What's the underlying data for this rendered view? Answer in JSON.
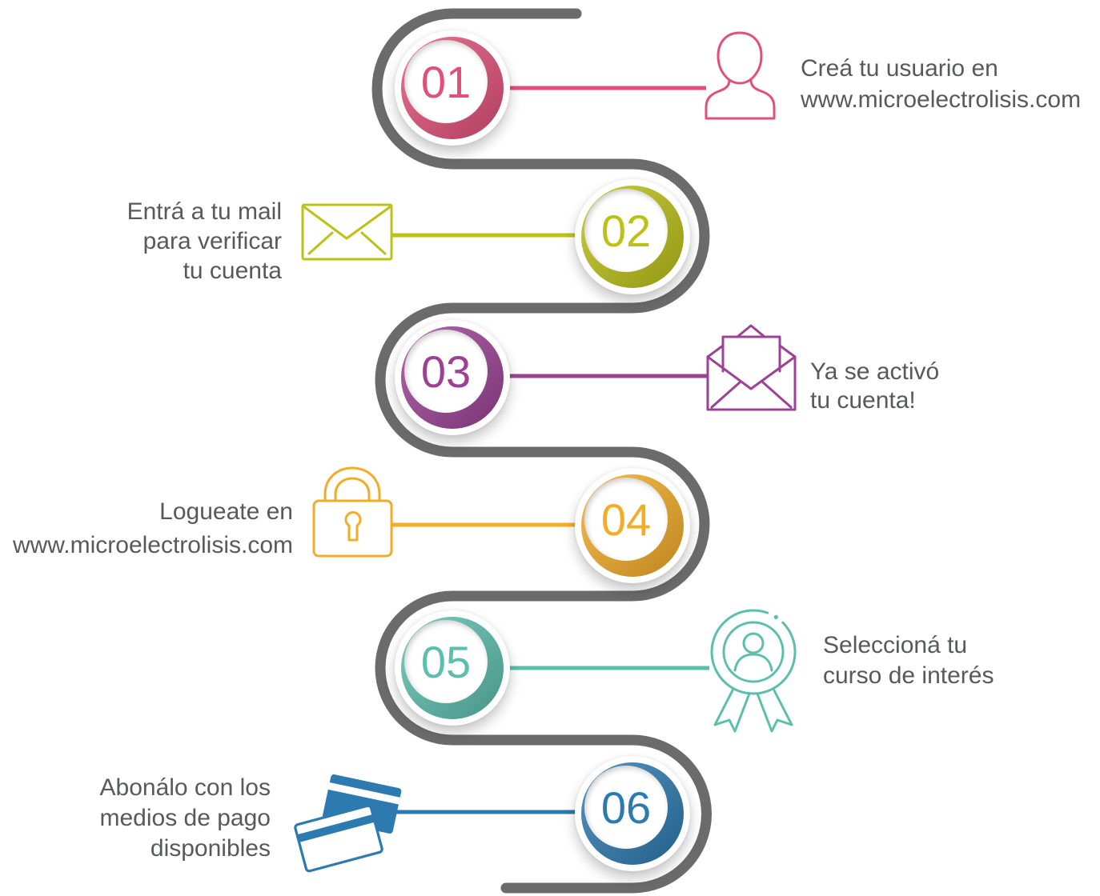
{
  "path_color": "#6b6b6b",
  "text_color": "#58595b",
  "steps": [
    {
      "number": "01",
      "lines": [
        "Creá tu usuario en",
        "www.microelectrolisis.com"
      ],
      "icon": "user-icon",
      "color": "#e2507a"
    },
    {
      "number": "02",
      "lines": [
        "Entrá a tu mail",
        "para verificar",
        "tu cuenta"
      ],
      "icon": "envelope-icon",
      "color": "#bcc116"
    },
    {
      "number": "03",
      "lines": [
        "Ya se activó",
        "tu cuenta!"
      ],
      "icon": "open-envelope-icon",
      "color": "#9c4295"
    },
    {
      "number": "04",
      "lines": [
        "Logueate en",
        "www.microelectrolisis.com"
      ],
      "icon": "padlock-icon",
      "color": "#f4ac26"
    },
    {
      "number": "05",
      "lines": [
        "Seleccioná tu",
        "curso de interés"
      ],
      "icon": "award-badge-icon",
      "color": "#5cbfae"
    },
    {
      "number": "06",
      "lines": [
        "Abonálo con los",
        "medios de pago",
        "disponibles"
      ],
      "icon": "credit-cards-icon",
      "color": "#2c7ab0"
    }
  ]
}
